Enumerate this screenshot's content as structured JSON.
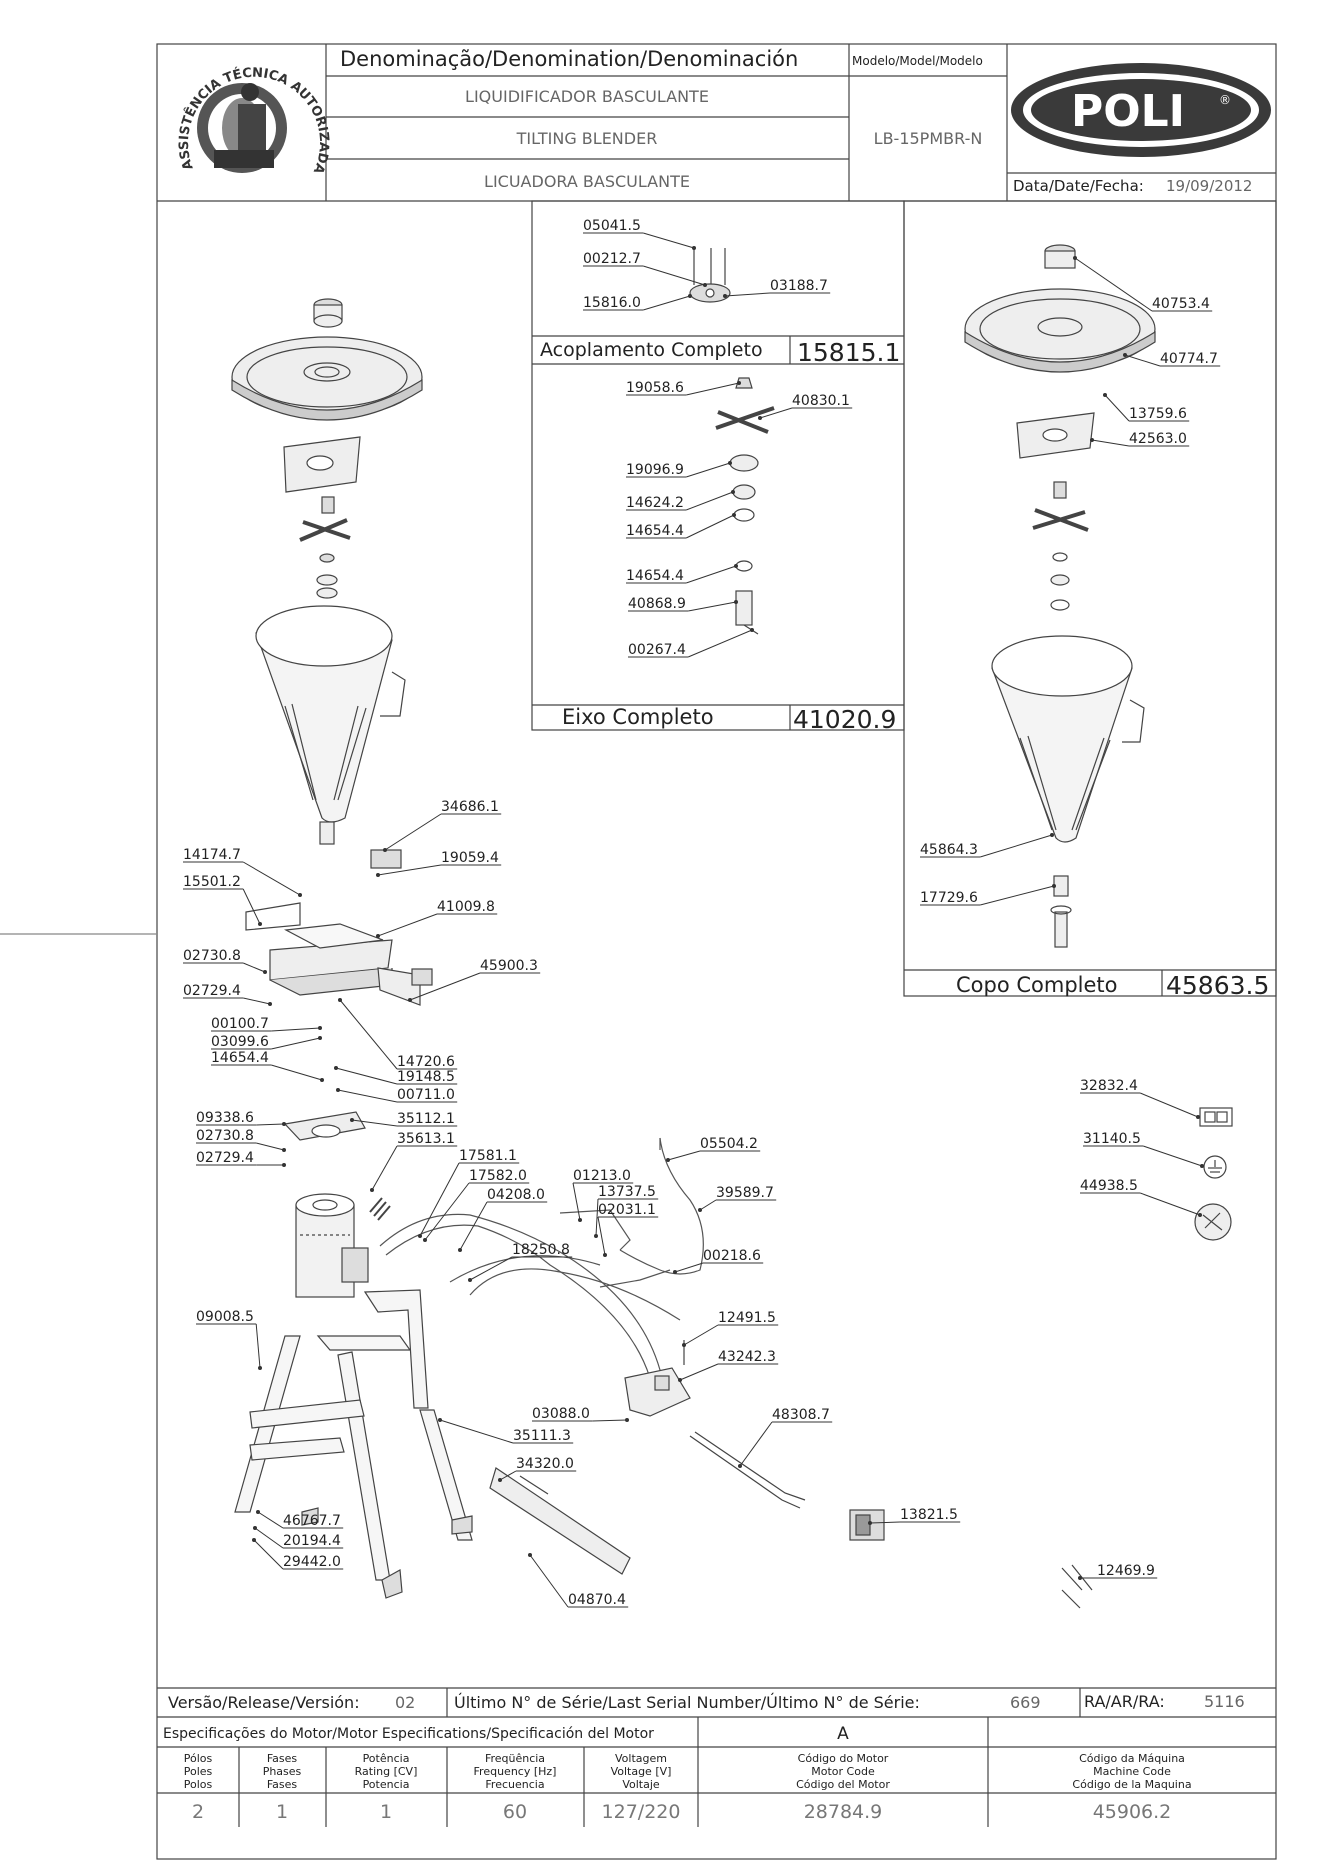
{
  "header": {
    "denomination_label": "Denominação/Denomination/Denominación",
    "model_label": "Modelo/Model/Modelo",
    "name_pt": "LIQUIDIFICADOR BASCULANTE",
    "name_en": "TILTING BLENDER",
    "name_es": "LICUADORA BASCULANTE",
    "model_value": "LB-15PMBR-N",
    "brand": "POLI",
    "registered_mark": "®",
    "date_label": "Data/Date/Fecha:",
    "date_value": "19/09/2012",
    "seal_text": "ASSISTÊNCIA TÉCNICA AUTORIZADA"
  },
  "assemblies": [
    {
      "title": "Acoplamento Completo",
      "code": "15815.1"
    },
    {
      "title": "Eixo Completo",
      "code": "41020.9"
    },
    {
      "title": "Copo Completo",
      "code": "45863.5"
    }
  ],
  "parts": {
    "coupling": [
      "05041.5",
      "00212.7",
      "03188.7",
      "15816.0"
    ],
    "shaft": [
      "19058.6",
      "40830.1",
      "19096.9",
      "14624.2",
      "14654.4",
      "14654.4",
      "40868.9",
      "00267.4"
    ],
    "cup": [
      "40753.4",
      "40774.7",
      "13759.6",
      "42563.0",
      "45864.3",
      "17729.6"
    ],
    "main": [
      "34686.1",
      "14174.7",
      "19059.4",
      "15501.2",
      "41009.8",
      "02730.8",
      "45900.3",
      "02729.4",
      "00100.7",
      "03099.6",
      "14720.6",
      "14654.4",
      "19148.5",
      "00711.0",
      "09338.6",
      "35112.1",
      "02730.8",
      "35613.1",
      "02729.4",
      "17581.1",
      "17582.0",
      "05504.2",
      "01213.0",
      "04208.0",
      "13737.5",
      "39589.7",
      "02031.1",
      "18250.8",
      "00218.6",
      "09008.5",
      "12491.5",
      "43242.3",
      "03088.0",
      "48308.7",
      "35111.3",
      "34320.0",
      "13821.5",
      "46767.7",
      "20194.4",
      "29442.0",
      "04870.4",
      "32832.4",
      "31140.5",
      "44938.5",
      "12469.9"
    ]
  },
  "footer": {
    "version_label": "Versão/Release/Versión:",
    "version_value": "02",
    "serial_label": "Último N° de Série/Last Serial Number/Último N° de Série:",
    "serial_value": "669",
    "ra_label": "RA/AR/RA:",
    "ra_value": "5116",
    "motor_spec_label": "Especificações do Motor/Motor Especifications/Specificación del Motor",
    "motor_letter": "A",
    "columns": [
      {
        "lines": [
          "Pólos",
          "Poles",
          "Polos"
        ],
        "value": "2"
      },
      {
        "lines": [
          "Fases",
          "Phases",
          "Fases"
        ],
        "value": "1"
      },
      {
        "lines": [
          "Potência",
          "Rating [CV]",
          "Potencia"
        ],
        "value": "1"
      },
      {
        "lines": [
          "Freqüência",
          "Frequency [Hz]",
          "Frecuencia"
        ],
        "value": "60"
      },
      {
        "lines": [
          "Voltagem",
          "Voltage [V]",
          "Voltaje"
        ],
        "value": "127/220"
      },
      {
        "lines": [
          "Código do Motor",
          "Motor Code",
          "Código del Motor"
        ],
        "value": "28784.9"
      },
      {
        "lines": [
          "Código da Máquina",
          "Machine Code",
          "Código de la Maquina"
        ],
        "value": "45906.2"
      }
    ]
  }
}
